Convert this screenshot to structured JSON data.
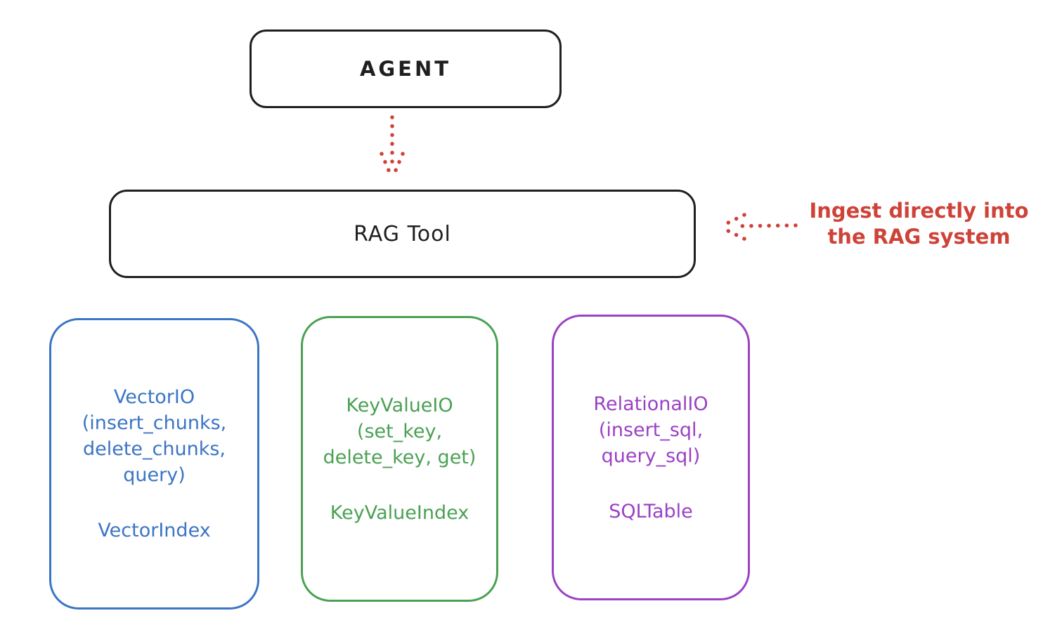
{
  "diagram": {
    "background": "#ffffff",
    "stroke_color": "#1f1f1f",
    "accent_red": "#cf4238",
    "agent": {
      "label": "AGENT"
    },
    "rag_tool": {
      "label": "RAG Tool"
    },
    "annotation": {
      "line1": "Ingest directly into",
      "line2": "the RAG system",
      "color": "#cf4238"
    },
    "arrows": [
      {
        "name": "agent-to-rag-arrow",
        "style": "dotted",
        "color": "#cf4238",
        "direction": "down"
      },
      {
        "name": "ingest-annotation-arrow",
        "style": "dotted",
        "color": "#cf4238",
        "direction": "left"
      }
    ],
    "backends": [
      {
        "io_title": "VectorIO",
        "methods": [
          "(insert_chunks,",
          "delete_chunks,",
          "query)"
        ],
        "index_label": "VectorIndex",
        "color": "#3b75c4"
      },
      {
        "io_title": "KeyValueIO",
        "methods": [
          "(set_key,",
          "delete_key, get)"
        ],
        "index_label": "KeyValueIndex",
        "color": "#4aa153"
      },
      {
        "io_title": "RelationalIO",
        "methods": [
          "(insert_sql,",
          "query_sql)"
        ],
        "index_label": "SQLTable",
        "color": "#9b41c4"
      }
    ]
  }
}
